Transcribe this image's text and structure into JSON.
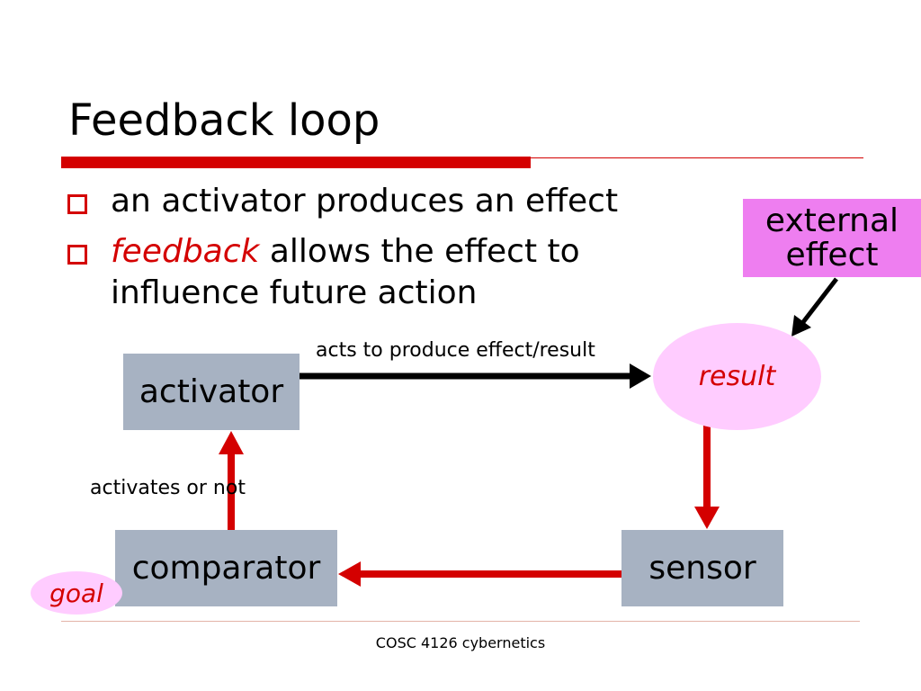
{
  "slide": {
    "title": "Feedback loop",
    "footer": "COSC 4126 cybernetics"
  },
  "bullets": [
    {
      "text": "an activator produces an effect"
    },
    {
      "emphasis": "feedback",
      "rest": " allows the effect to",
      "line2": "influence future action"
    }
  ],
  "diagram": {
    "activator": "activator",
    "comparator": "comparator",
    "sensor": "sensor",
    "result": "result",
    "goal": "goal",
    "external_line1": "external",
    "external_line2": "effect",
    "acts_label": "acts to produce effect/result",
    "activates_label": "activates or not"
  },
  "colors": {
    "accent_red": "#d40000",
    "box_gray": "#a7b2c2",
    "external_pink": "#ee7ef0",
    "ellipse_pink": "#ffccff"
  }
}
